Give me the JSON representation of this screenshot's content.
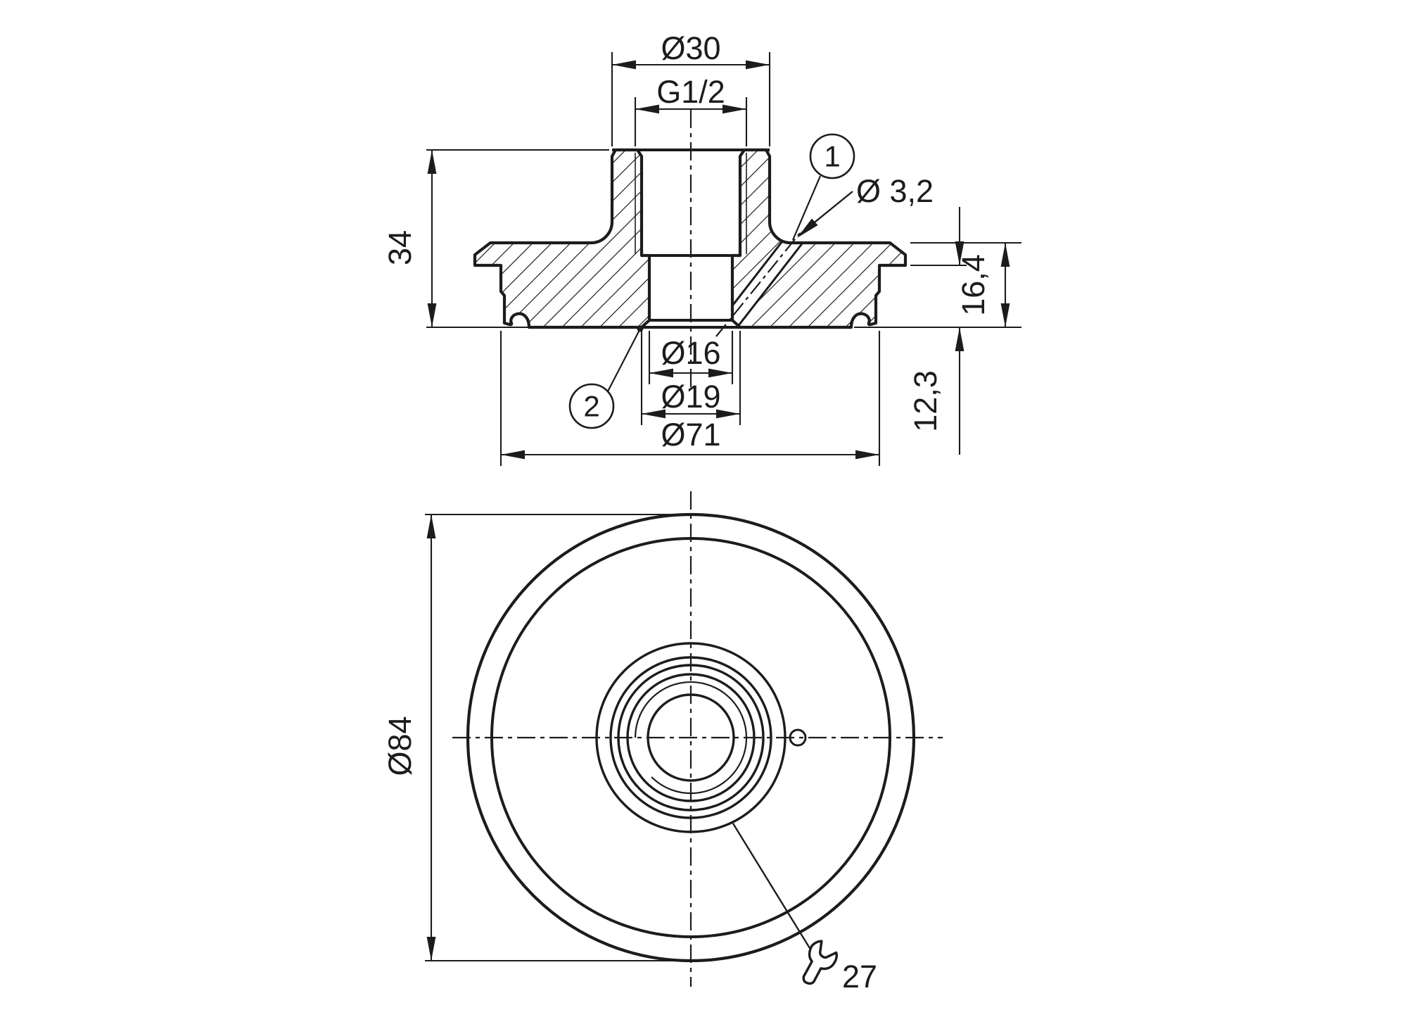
{
  "drawing": {
    "background_color": "#ffffff",
    "line_color": "#1c1c1c",
    "labels": {
      "neck_diameter": "Ø30",
      "thread": "G1/2",
      "overall_height": "34",
      "hole_diameter": "Ø 3,2",
      "flange_height": "16,4",
      "collar_height": "12,3",
      "bore_diameter": "Ø16",
      "counterbore_diameter": "Ø19",
      "sealing_diameter": "Ø71",
      "outer_diameter": "Ø84",
      "wrench_size": "27",
      "callout_1": "1",
      "callout_2": "2"
    }
  }
}
